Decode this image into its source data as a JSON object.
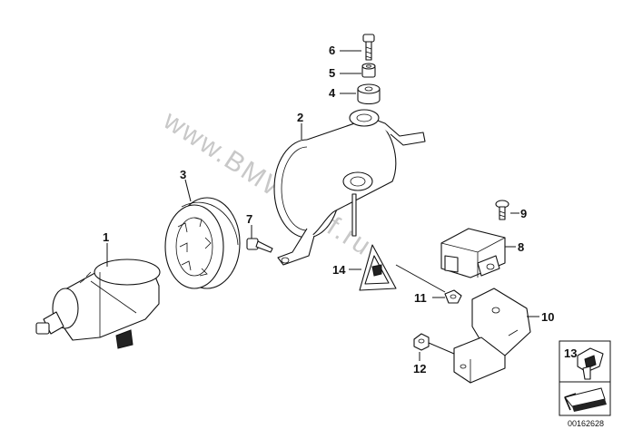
{
  "watermark": "www.BMWstuff.ru",
  "reference_number": "00162628",
  "callouts": [
    {
      "id": "1",
      "label": "1"
    },
    {
      "id": "2",
      "label": "2"
    },
    {
      "id": "3",
      "label": "3"
    },
    {
      "id": "4",
      "label": "4"
    },
    {
      "id": "5",
      "label": "5"
    },
    {
      "id": "6",
      "label": "6"
    },
    {
      "id": "7",
      "label": "7"
    },
    {
      "id": "8",
      "label": "8"
    },
    {
      "id": "9",
      "label": "9"
    },
    {
      "id": "10",
      "label": "10"
    },
    {
      "id": "11",
      "label": "11"
    },
    {
      "id": "12",
      "label": "12"
    },
    {
      "id": "13",
      "label": "13"
    },
    {
      "id": "14",
      "label": "14"
    }
  ]
}
